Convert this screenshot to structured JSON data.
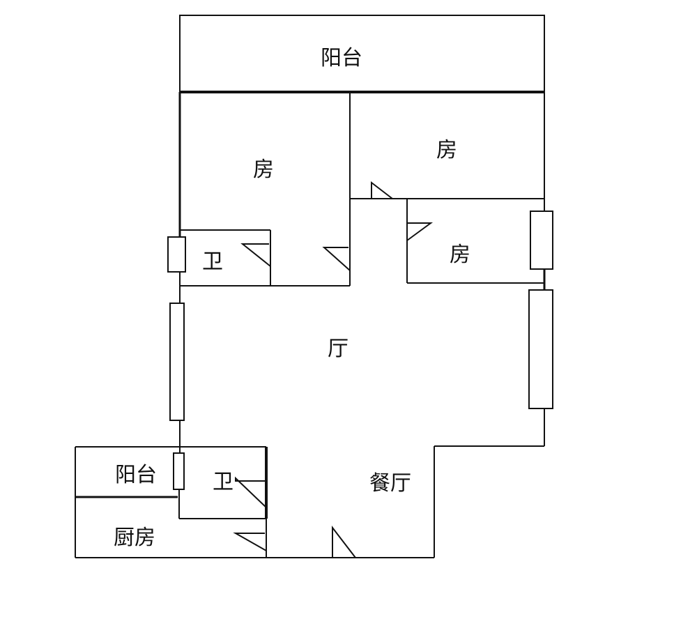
{
  "title": "Floor plan",
  "rooms": {
    "balcony_top": "阳台",
    "bedroom_1": "房",
    "bedroom_2": "房",
    "bedroom_3": "房",
    "bathroom_1": "卫",
    "living_room": "厅",
    "dining_room": "餐厅",
    "balcony_bottom": "阳台",
    "bathroom_2": "卫",
    "kitchen": "厨房"
  },
  "colors": {
    "wall": "#111111",
    "background": "#ffffff"
  }
}
